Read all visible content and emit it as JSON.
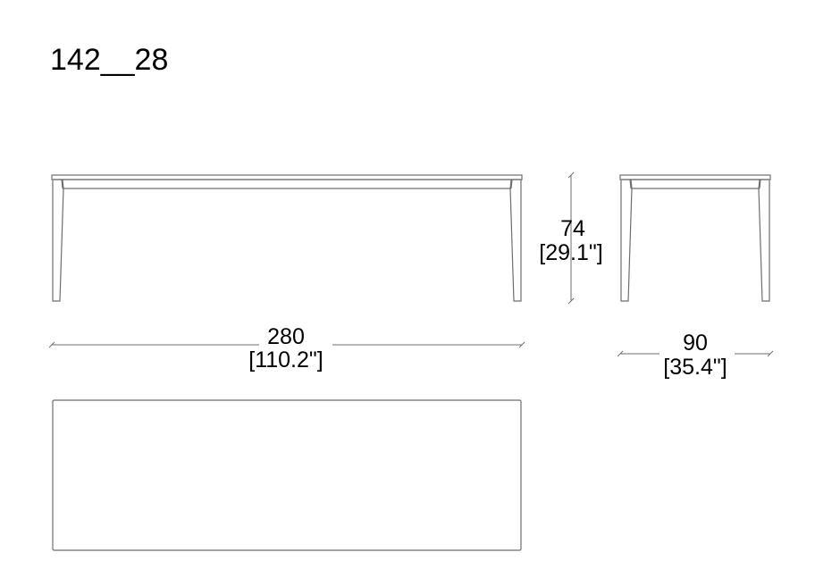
{
  "title": "142__28",
  "dimensions": {
    "height": {
      "cm": "74",
      "inch": "[29.1\"]"
    },
    "length": {
      "cm": "280",
      "inch": "[110.2\"]"
    },
    "depth": {
      "cm": "90",
      "inch": "[35.4\"]"
    }
  },
  "colors": {
    "line": "#6e6e6e",
    "text": "#000000",
    "background": "#ffffff"
  }
}
